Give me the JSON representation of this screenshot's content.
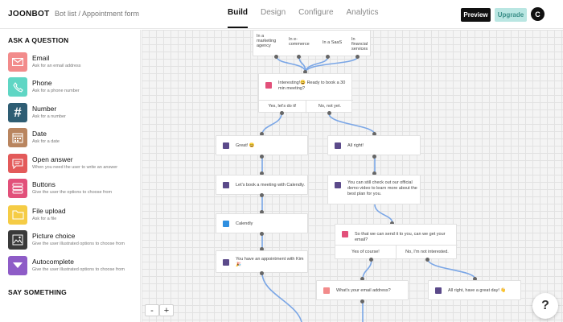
{
  "header": {
    "logo": "JOONBOT",
    "breadcrumb": "Bot list / Appointment form",
    "tabs": [
      {
        "label": "Build",
        "active": true
      },
      {
        "label": "Design",
        "active": false
      },
      {
        "label": "Configure",
        "active": false
      },
      {
        "label": "Analytics",
        "active": false
      }
    ],
    "preview_label": "Preview",
    "upgrade_label": "Upgrade",
    "avatar_letter": "C"
  },
  "sidebar": {
    "ask_title": "ASK A QUESTION",
    "say_title": "SAY SOMETHING",
    "items": [
      {
        "title": "Email",
        "desc": "Ask for an email address",
        "icon": "envelope-icon",
        "color": "#f28b8b"
      },
      {
        "title": "Phone",
        "desc": "Ask for a phone number",
        "icon": "phone-icon",
        "color": "#5fd6c4"
      },
      {
        "title": "Number",
        "desc": "Ask for a number",
        "icon": "hash-icon",
        "color": "#2e5d73"
      },
      {
        "title": "Date",
        "desc": "Ask for a date",
        "icon": "calendar-icon",
        "color": "#b9855f"
      },
      {
        "title": "Open answer",
        "desc": "When you need the user to write an answer",
        "icon": "chat-bubble-icon",
        "color": "#e35a5a"
      },
      {
        "title": "Buttons",
        "desc": "Give the user the options to choose from",
        "icon": "buttons-icon",
        "color": "#e2507a"
      },
      {
        "title": "File upload",
        "desc": "Ask for a file",
        "icon": "folder-icon",
        "color": "#f5cc45"
      },
      {
        "title": "Picture choice",
        "desc": "Give the user illustrated options to choose from",
        "icon": "picture-icon",
        "color": "#3a3a3a"
      },
      {
        "title": "Autocomplete",
        "desc": "Give the user illustrated options to choose from",
        "icon": "dropdown-icon",
        "color": "#8e5cc7"
      }
    ]
  },
  "flow": {
    "top_options": [
      "In a marketing agency",
      "In e-commerce",
      "In a SaaS",
      "In financial services"
    ],
    "q1_text": "Interesting!😄 Ready to book a 30 min meeting?",
    "q1_yes": "Yes, let's do it!",
    "q1_no": "No, not yet.",
    "great": "Great! 😄",
    "allright": "All right!",
    "calendly_intro": "Let's book a meeting with Calendly.",
    "calendly": "Calendly",
    "appointment": "You have an appointment with Kim 🎉",
    "demo": "You can still check out our official demo video to learn more about the best plan for you.",
    "send_q": "So that we can send it to you, can we get your email?",
    "send_yes": "Yes of course!",
    "send_no": "No, I'm not interested.",
    "email_q": "What's your email address?",
    "goodbye": "All right, have a great day! 👋"
  },
  "canvas": {
    "zoom_out": "-",
    "zoom_in": "+",
    "help": "?"
  },
  "colors": {
    "edge": "#7aa6e6",
    "say_icon": "#5b4a8a",
    "email_icon": "#f28b8b",
    "calendly_icon": "#2f8fe0"
  }
}
